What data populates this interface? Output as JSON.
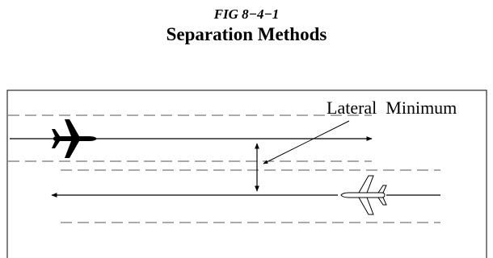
{
  "figure": {
    "label": "FIG 8−4−1",
    "title": "Separation Methods"
  },
  "diagram": {
    "annotation": "Lateral  Minimum",
    "icons": [
      "aircraft-eastbound-icon",
      "aircraft-westbound-icon"
    ],
    "colors": {
      "ink": "#000000",
      "dashed_line": "#555555",
      "aircraft_fill_dark": "#000000",
      "aircraft_fill_light": "#ffffff"
    }
  }
}
